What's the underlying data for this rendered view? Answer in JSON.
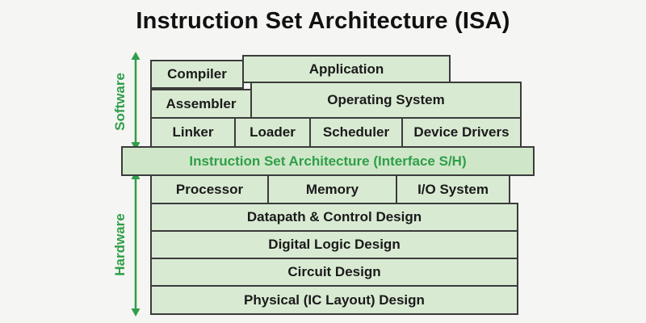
{
  "title": "Instruction Set Architecture (ISA)",
  "side_labels": {
    "software": "Software",
    "hardware": "Hardware"
  },
  "layers": {
    "application": "Application",
    "compiler": "Compiler",
    "operating_system": "Operating System",
    "assembler": "Assembler",
    "linker": "Linker",
    "loader": "Loader",
    "scheduler": "Scheduler",
    "device_drivers": "Device Drivers",
    "isa": "Instruction Set Architecture (Interface S/H)",
    "processor": "Processor",
    "memory": "Memory",
    "io_system": "I/O System",
    "datapath": "Datapath & Control Design",
    "digital_logic": "Digital Logic Design",
    "circuit": "Circuit Design",
    "physical": "Physical (IC Layout) Design"
  },
  "colors": {
    "background": "#f5f5f3",
    "box_fill": "#d9ead3",
    "isa_fill": "#cfe7c8",
    "box_border": "#3b3b3b",
    "accent_green": "#2f9e49",
    "text": "#1a1a1a"
  }
}
